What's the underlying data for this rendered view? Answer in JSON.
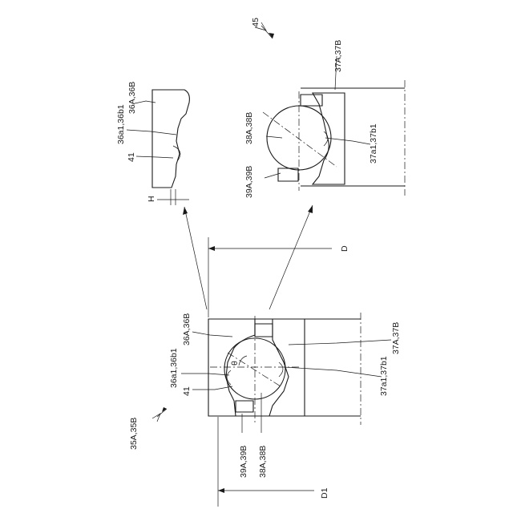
{
  "figure": {
    "labels": {
      "ref_45": "45",
      "ref_35": "35A,35B",
      "ref_36a": "36A,36B",
      "ref_36b1": "36a1,36b1",
      "ref_41a": "41",
      "ref_H": "H",
      "ref_37a": "37A,37B",
      "ref_37b1": "37a1,37b1",
      "ref_38a": "38A,38B",
      "ref_39a": "39A,39B",
      "ref_D": "D",
      "ref_36c": "36A,36B",
      "ref_36c1": "36a1,36b1",
      "ref_41b": "41",
      "ref_theta": "θ",
      "ref_37c": "37A,37B",
      "ref_37c1": "37a1,37b1",
      "ref_39b": "39A,39B",
      "ref_38b": "38A,38B",
      "ref_D1": "D1"
    }
  }
}
